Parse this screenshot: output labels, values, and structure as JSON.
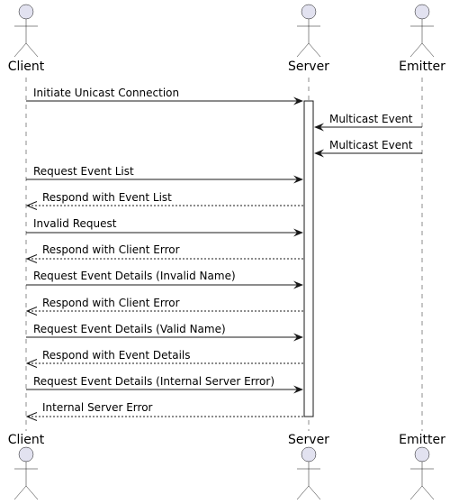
{
  "participants": [
    {
      "id": "client",
      "label": "Client"
    },
    {
      "id": "server",
      "label": "Server"
    },
    {
      "id": "emitter",
      "label": "Emitter"
    }
  ],
  "messages": [
    {
      "from": "client",
      "to": "server",
      "label": "Initiate Unicast Connection",
      "style": "solid"
    },
    {
      "from": "emitter",
      "to": "server",
      "label": "Multicast Event",
      "style": "solid"
    },
    {
      "from": "emitter",
      "to": "server",
      "label": "Multicast Event",
      "style": "solid"
    },
    {
      "from": "client",
      "to": "server",
      "label": "Request Event List",
      "style": "solid"
    },
    {
      "from": "server",
      "to": "client",
      "label": "Respond with Event List",
      "style": "dashed"
    },
    {
      "from": "client",
      "to": "server",
      "label": "Invalid Request",
      "style": "solid"
    },
    {
      "from": "server",
      "to": "client",
      "label": "Respond with Client Error",
      "style": "dashed"
    },
    {
      "from": "client",
      "to": "server",
      "label": "Request Event Details (Invalid Name)",
      "style": "solid"
    },
    {
      "from": "server",
      "to": "client",
      "label": "Respond with Client Error",
      "style": "dashed"
    },
    {
      "from": "client",
      "to": "server",
      "label": "Request Event Details (Valid Name)",
      "style": "solid"
    },
    {
      "from": "server",
      "to": "client",
      "label": "Respond with Event Details",
      "style": "dashed"
    },
    {
      "from": "client",
      "to": "server",
      "label": "Request Event Details (Internal Server Error)",
      "style": "solid"
    },
    {
      "from": "server",
      "to": "client",
      "label": "Internal Server Error",
      "style": "dashed"
    }
  ],
  "colors": {
    "actor_fill": "#E2E2F0",
    "actor_stroke": "#181818",
    "lifeline": "#181818",
    "activation_fill": "#FFFFFF",
    "arrow": "#181818"
  }
}
